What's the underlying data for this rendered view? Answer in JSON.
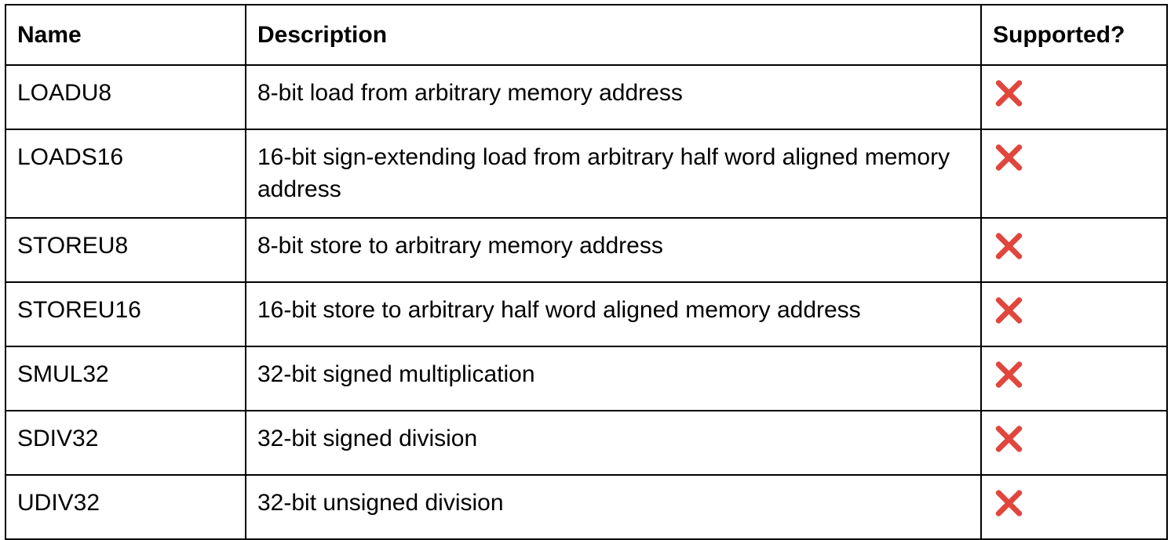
{
  "table": {
    "headers": {
      "name": "Name",
      "description": "Description",
      "supported": "Supported?"
    },
    "rows": [
      {
        "name": "LOADU8",
        "description": "8-bit load from arbitrary memory address",
        "supported": false,
        "supported_icon": "cross-mark-icon"
      },
      {
        "name": "LOADS16",
        "description": "16-bit sign-extending load from arbitrary half word aligned memory address",
        "supported": false,
        "supported_icon": "cross-mark-icon"
      },
      {
        "name": "STOREU8",
        "description": "8-bit store to arbitrary memory address",
        "supported": false,
        "supported_icon": "cross-mark-icon"
      },
      {
        "name": "STOREU16",
        "description": "16-bit store to arbitrary half word aligned memory address",
        "supported": false,
        "supported_icon": "cross-mark-icon"
      },
      {
        "name": "SMUL32",
        "description": "32-bit signed multiplication",
        "supported": false,
        "supported_icon": "cross-mark-icon"
      },
      {
        "name": "SDIV32",
        "description": "32-bit signed division",
        "supported": false,
        "supported_icon": "cross-mark-icon"
      },
      {
        "name": "UDIV32",
        "description": "32-bit unsigned division",
        "supported": false,
        "supported_icon": "cross-mark-icon"
      }
    ]
  },
  "colors": {
    "border": "#000000",
    "cross_mark": "#e0463c"
  }
}
